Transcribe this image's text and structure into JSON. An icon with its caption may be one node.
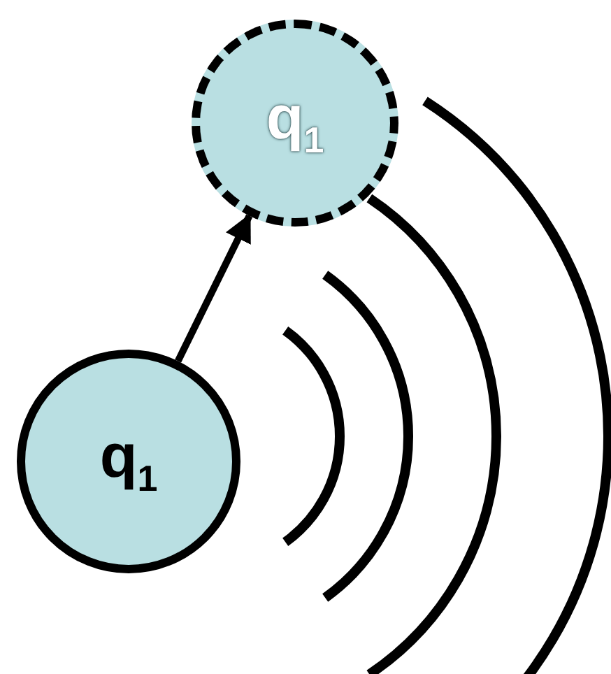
{
  "diagram": {
    "nodes": [
      {
        "text": [
          "q$_{1}$"
        ]
      },
      {
        "text": [
          "q$_{1}$"
        ]
      }
    ],
    "edges": [
      {
        "from": 1,
        "to": 0,
        "arrow": "to"
      }
    ]
  }
}
